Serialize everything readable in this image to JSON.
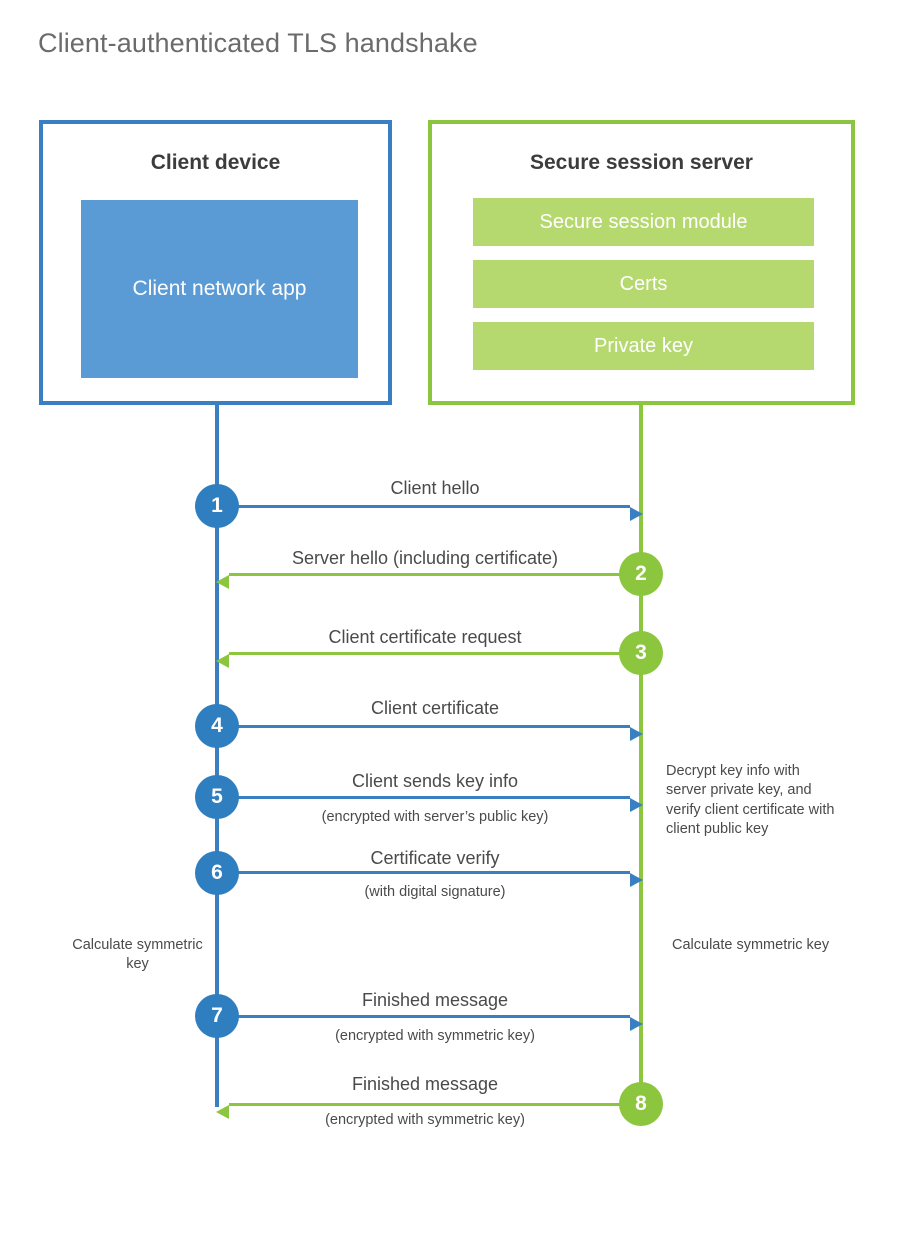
{
  "title": "Client-authenticated TLS handshake",
  "colors": {
    "client_blue": "#3a7fc1",
    "client_app_fill": "#5b9bd5",
    "server_green": "#8cc63e",
    "server_bar_fill": "#b5d96f",
    "step_blue": "#2f7ec0",
    "text_grey": "#4a4a4a",
    "title_grey": "#6b6b6b"
  },
  "client": {
    "title": "Client device",
    "app_label": "Client network app"
  },
  "server": {
    "title": "Secure session server",
    "modules": [
      {
        "label": "Secure session module"
      },
      {
        "label": "Certs"
      },
      {
        "label": "Private key"
      }
    ]
  },
  "steps": [
    {
      "number": "1",
      "label": "Client hello",
      "sub": "",
      "direction": "client-to-server",
      "color": "blue"
    },
    {
      "number": "2",
      "label": "Server hello (including certificate)",
      "sub": "",
      "direction": "server-to-client",
      "color": "green"
    },
    {
      "number": "3",
      "label": "Client certificate request",
      "sub": "",
      "direction": "server-to-client",
      "color": "green"
    },
    {
      "number": "4",
      "label": "Client certificate",
      "sub": "",
      "direction": "client-to-server",
      "color": "blue"
    },
    {
      "number": "5",
      "label": "Client sends key info",
      "sub": "(encrypted with server’s public key)",
      "direction": "client-to-server",
      "color": "blue"
    },
    {
      "number": "6",
      "label": "Certificate verify",
      "sub": "(with digital signature)",
      "direction": "client-to-server",
      "color": "blue"
    },
    {
      "number": "7",
      "label": "Finished message",
      "sub": "(encrypted with symmetric key)",
      "direction": "client-to-server",
      "color": "blue"
    },
    {
      "number": "8",
      "label": "Finished message",
      "sub": "(encrypted with symmetric key)",
      "direction": "server-to-client",
      "color": "green"
    }
  ],
  "annotations": {
    "decrypt_note": "Decrypt key info with server private key, and verify client certificate with client public key",
    "calculate_client": "Calculate symmetric key",
    "calculate_server": "Calculate symmetric key"
  }
}
